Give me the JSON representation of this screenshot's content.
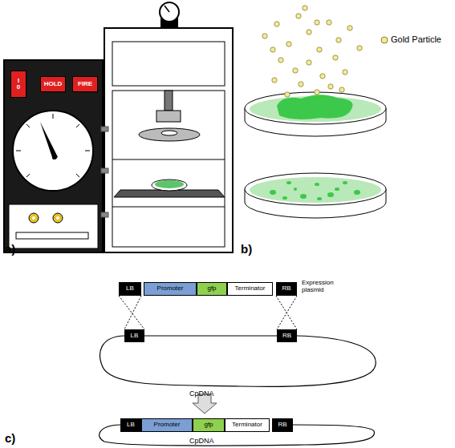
{
  "diagram": {
    "nodes": [
      {
        "text": [
          "I 0"
        ]
      },
      {
        "text": [
          "HOLD"
        ]
      },
      {
        "text": [
          "FIRE"
        ]
      },
      {
        "text": [
          "LB"
        ]
      },
      {
        "text": [
          "Promoter"
        ]
      },
      {
        "text": [
          "gfp"
        ]
      },
      {
        "text": [
          "Terminator"
        ]
      },
      {
        "text": [
          "RB"
        ]
      },
      {
        "text": [
          "LB"
        ]
      },
      {
        "text": [
          "RB"
        ]
      },
      {
        "text": [
          "LB"
        ]
      },
      {
        "text": [
          "Promoter"
        ]
      },
      {
        "text": [
          "gfp"
        ]
      },
      {
        "text": [
          "Terminator"
        ]
      },
      {
        "text": [
          "RB"
        ]
      }
    ],
    "edges": [
      {
        "from": 3,
        "to": 8,
        "arrow": "none"
      },
      {
        "from": 7,
        "to": 9,
        "arrow": "none"
      }
    ],
    "labels": [
      "a)",
      "b)",
      "c)",
      "Gold Particle",
      "Expression plasmid",
      "CpDNA",
      "CpDNA"
    ]
  }
}
